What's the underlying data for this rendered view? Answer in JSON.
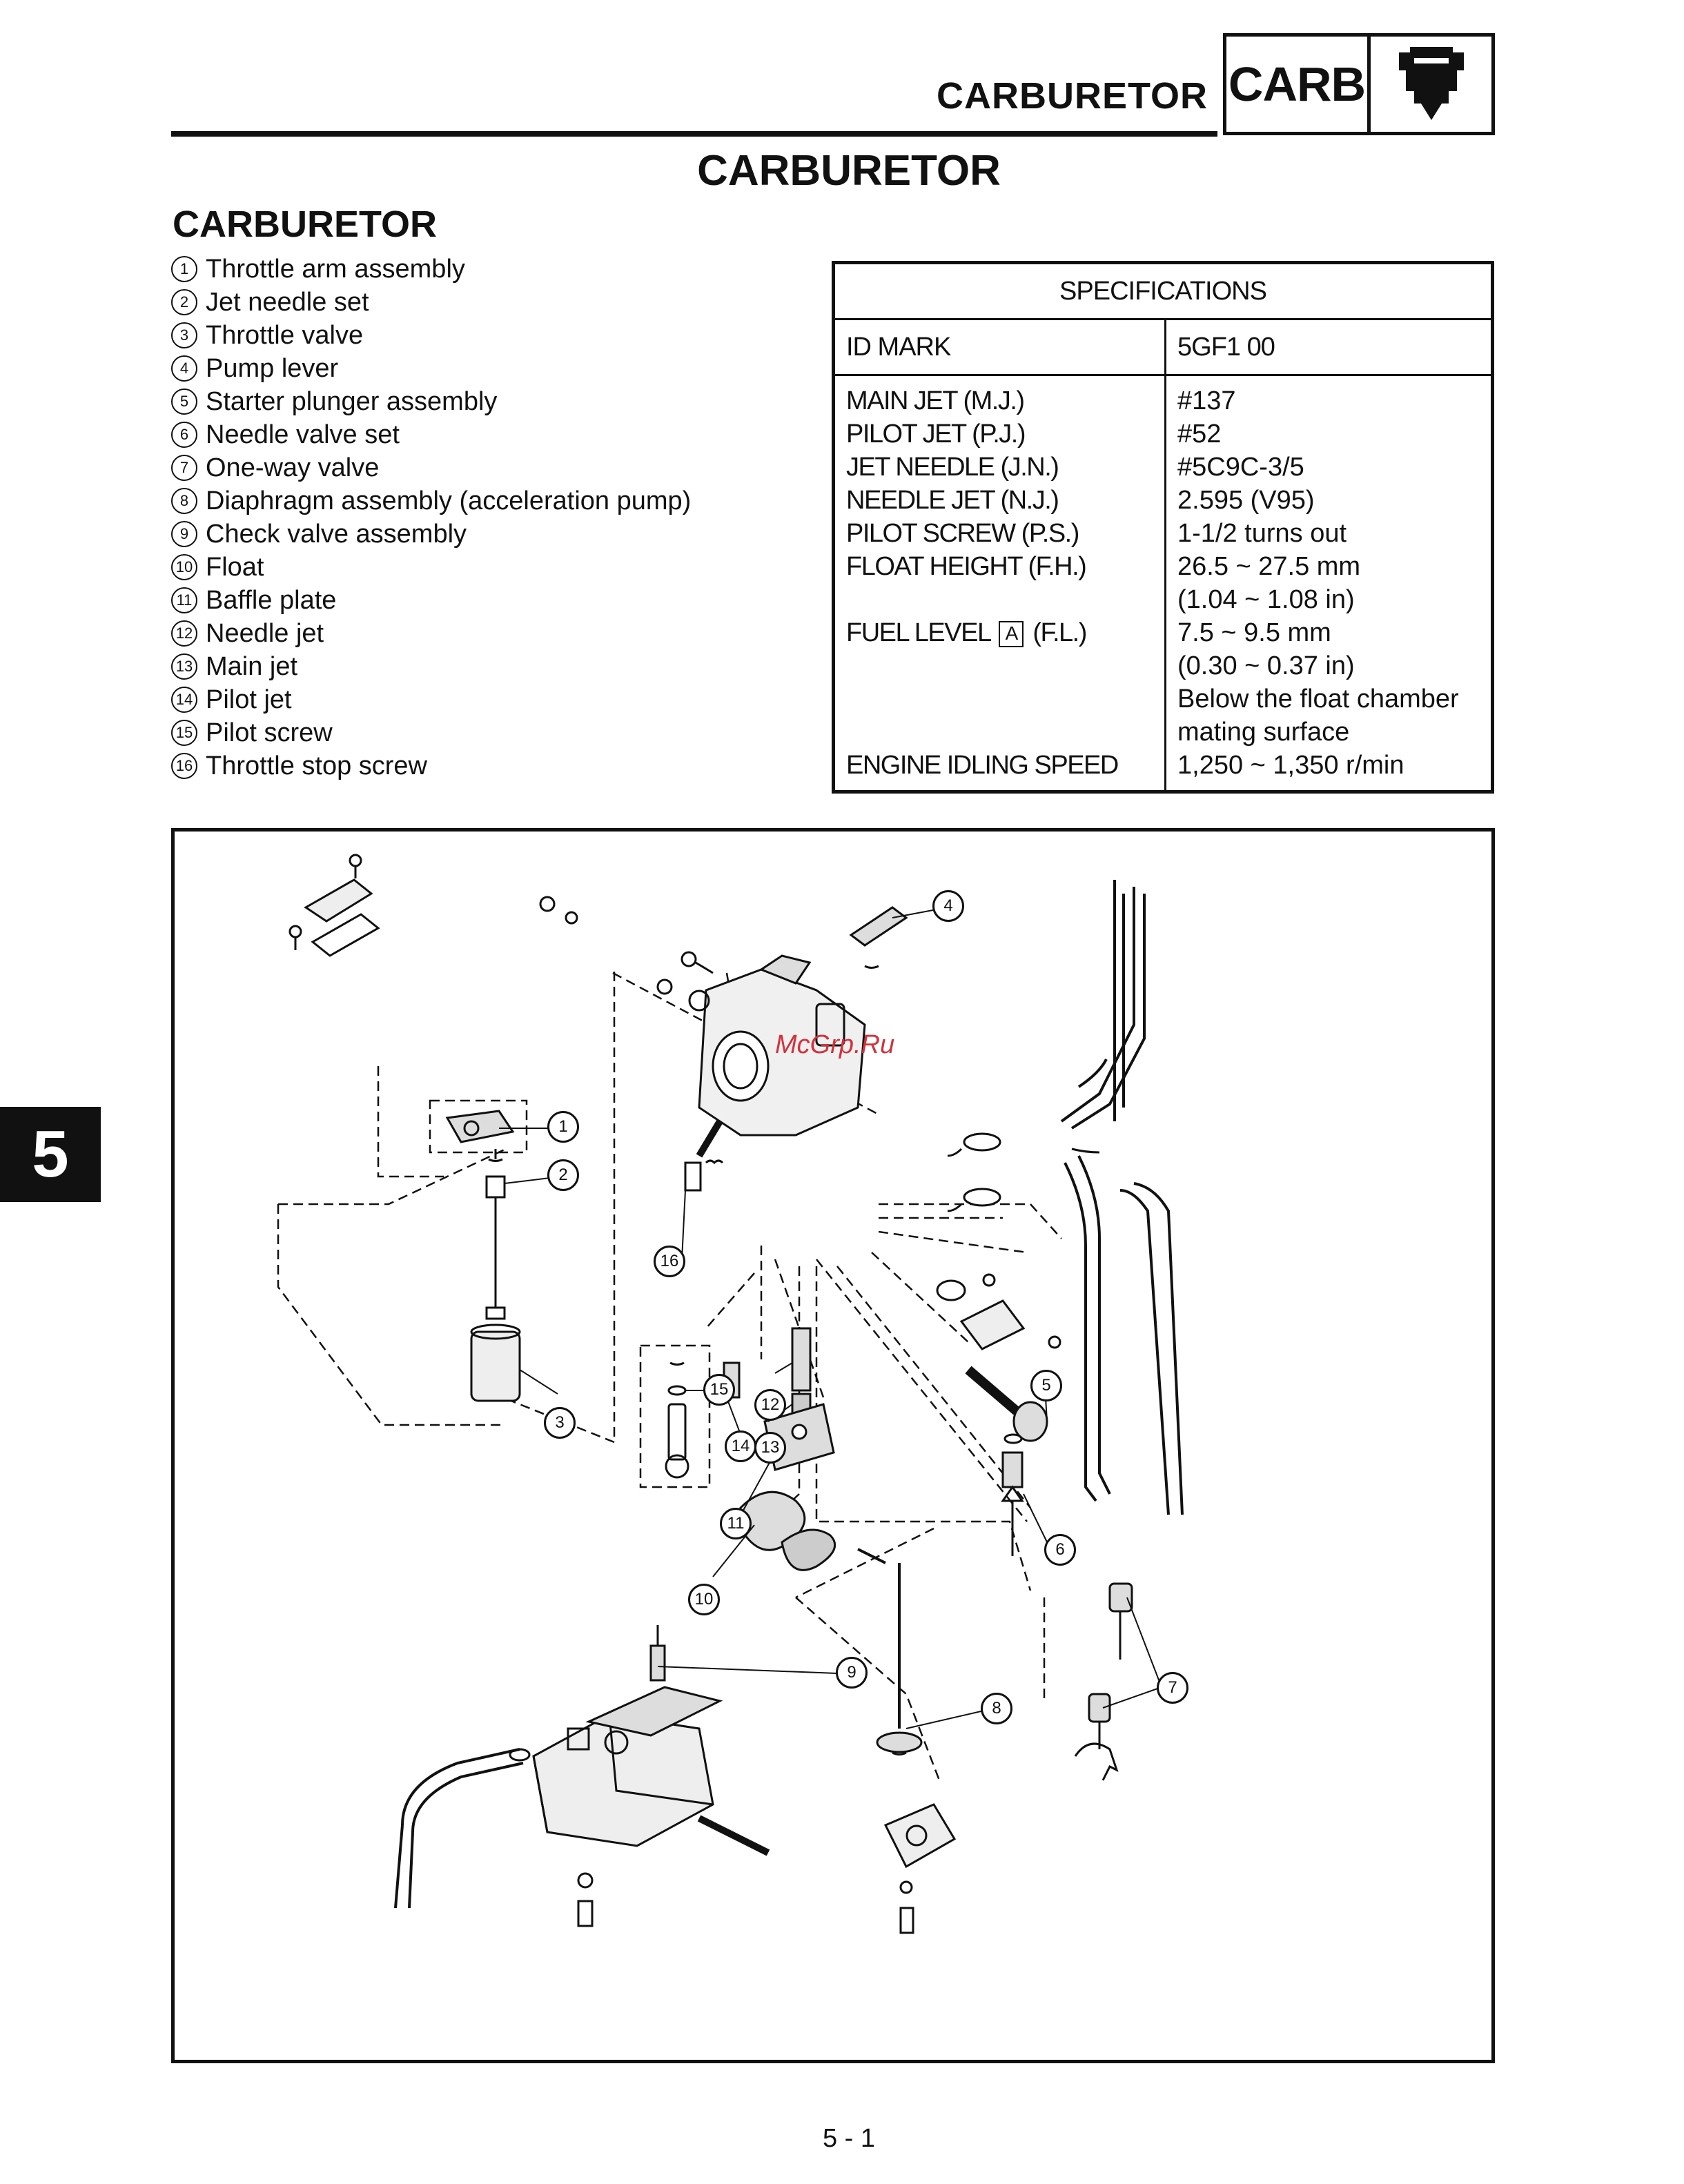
{
  "header": {
    "section_title": "CARBURETOR",
    "code": "CARB"
  },
  "main_title": "CARBURETOR",
  "section_heading": "CARBURETOR",
  "legend": [
    {
      "num": "1",
      "label": "Throttle arm assembly"
    },
    {
      "num": "2",
      "label": "Jet needle set"
    },
    {
      "num": "3",
      "label": "Throttle valve"
    },
    {
      "num": "4",
      "label": "Pump lever"
    },
    {
      "num": "5",
      "label": "Starter plunger assembly"
    },
    {
      "num": "6",
      "label": "Needle valve set"
    },
    {
      "num": "7",
      "label": "One-way valve"
    },
    {
      "num": "8",
      "label": "Diaphragm assembly (acceleration pump)"
    },
    {
      "num": "9",
      "label": "Check valve assembly"
    },
    {
      "num": "10",
      "label": "Float"
    },
    {
      "num": "11",
      "label": "Baffle plate"
    },
    {
      "num": "12",
      "label": "Needle jet"
    },
    {
      "num": "13",
      "label": "Main jet"
    },
    {
      "num": "14",
      "label": "Pilot jet"
    },
    {
      "num": "15",
      "label": "Pilot screw"
    },
    {
      "num": "16",
      "label": "Throttle stop screw"
    }
  ],
  "specs": {
    "heading": "SPECIFICATIONS",
    "id_label": "ID MARK",
    "id_value": "5GF1 00",
    "labels": {
      "main_jet": "MAIN JET (M.J.)",
      "pilot_jet": "PILOT JET (P.J.)",
      "jet_needle": "JET NEEDLE (J.N.)",
      "needle_jet": "NEEDLE JET (N.J.)",
      "pilot_screw": "PILOT SCREW (P.S.)",
      "float_height": "FLOAT HEIGHT (F.H.)",
      "fuel_level_pre": "FUEL LEVEL",
      "fuel_level_mark": "A",
      "fuel_level_post": "(F.L.)",
      "idle_speed": "ENGINE IDLING SPEED"
    },
    "values": {
      "main_jet": "#137",
      "pilot_jet": "#52",
      "jet_needle": "#5C9C-3/5",
      "needle_jet": "2.595 (V95)",
      "pilot_screw": "1-1/2 turns out",
      "float_height_1": "26.5 ~ 27.5 mm",
      "float_height_2": "(1.04 ~ 1.08 in)",
      "fuel_level_1": "7.5 ~ 9.5 mm",
      "fuel_level_2": "(0.30 ~ 0.37 in)",
      "fuel_level_3": "Below the float chamber",
      "fuel_level_4": "mating surface",
      "idle_speed": "1,250 ~ 1,350 r/min"
    }
  },
  "diagram": {
    "watermark": "McGrp.Ru",
    "callouts": [
      "1",
      "2",
      "3",
      "4",
      "5",
      "6",
      "7",
      "8",
      "9",
      "10",
      "11",
      "12",
      "13",
      "14",
      "15",
      "16"
    ]
  },
  "side_tab": "5",
  "page_number": "5 - 1"
}
